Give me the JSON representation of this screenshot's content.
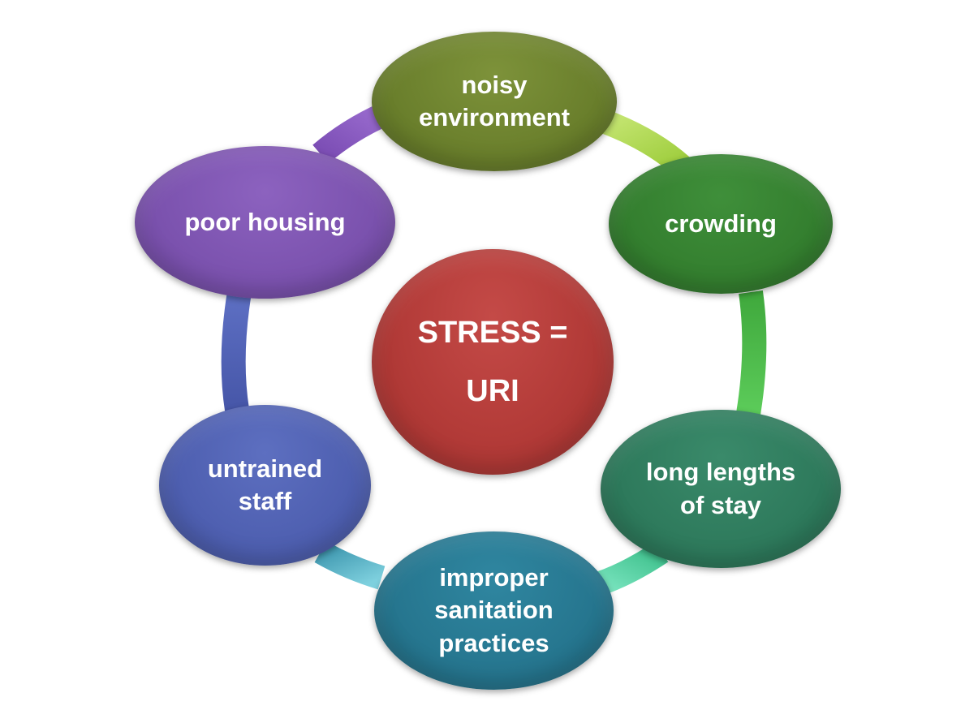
{
  "diagram": {
    "center": {
      "line1": "STRESS =",
      "line2": "URI",
      "color": "#b33b38"
    },
    "nodes": [
      {
        "id": "noisy",
        "lines": [
          "noisy",
          "environment"
        ],
        "color": "#6a7f2c"
      },
      {
        "id": "crowding",
        "lines": [
          "crowding"
        ],
        "color": "#347f2f"
      },
      {
        "id": "long",
        "lines": [
          "long lengths",
          "of stay"
        ],
        "color": "#2e7a5c"
      },
      {
        "id": "improper",
        "lines": [
          "improper",
          "sanitation",
          "practices"
        ],
        "color": "#26768f"
      },
      {
        "id": "untrained",
        "lines": [
          "untrained",
          "staff"
        ],
        "color": "#4e5fb0"
      },
      {
        "id": "poor",
        "lines": [
          "poor housing"
        ],
        "color": "#7b52ae"
      }
    ],
    "ring_colors": {
      "noisy_to_crowding": "#b8dc5a",
      "crowding_to_long": "#55c055",
      "long_to_improper": "#5cd6a8",
      "improper_to_untrained": "#5fb6c8",
      "untrained_to_poor": "#5566b8",
      "poor_to_noisy": "#8a5cc0"
    }
  }
}
